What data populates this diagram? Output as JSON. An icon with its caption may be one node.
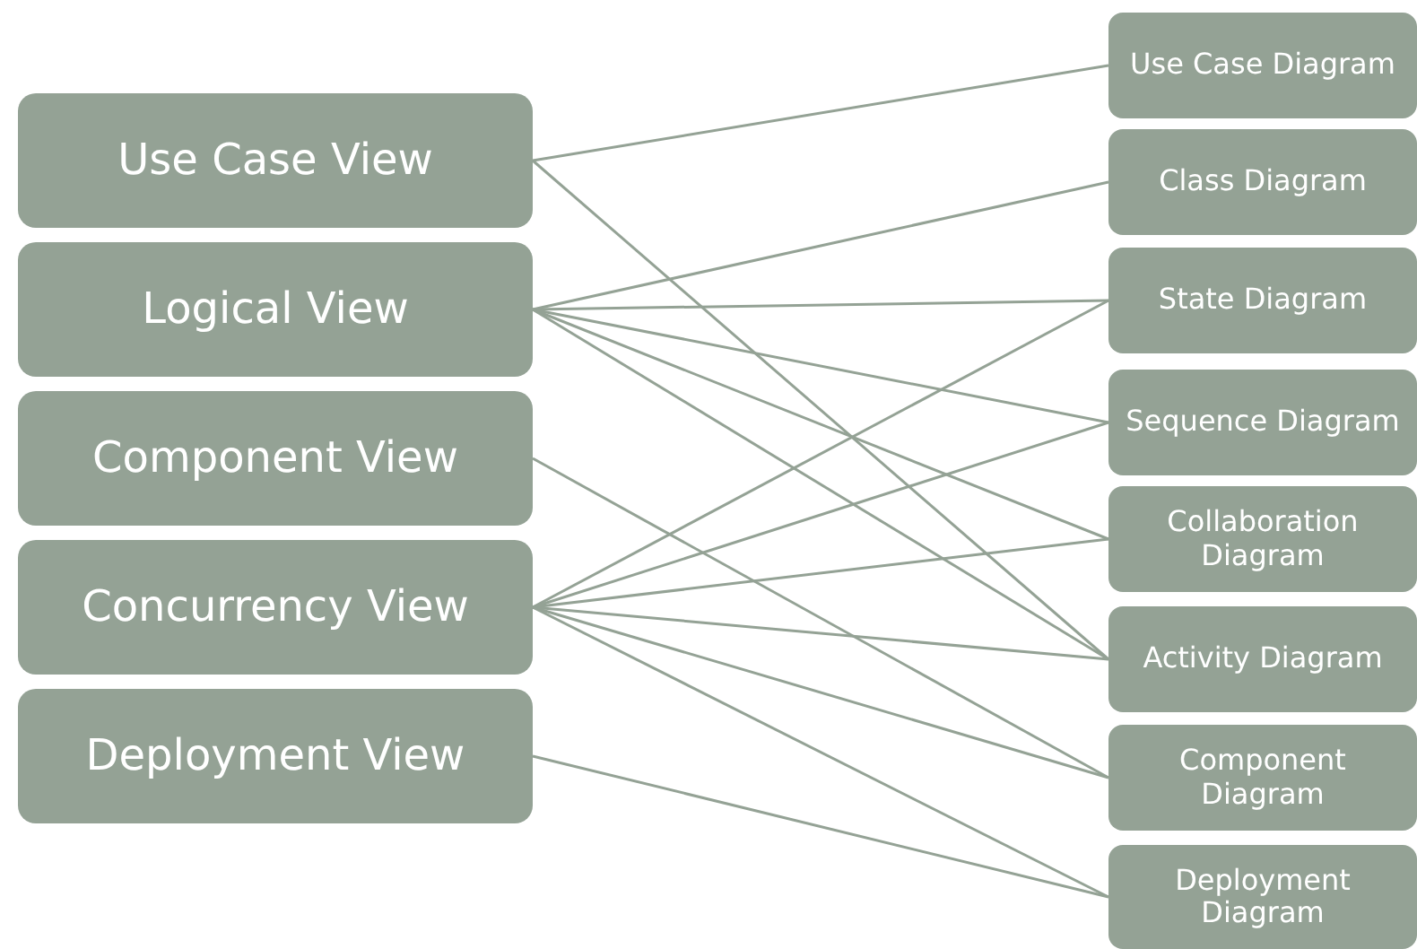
{
  "diagram": {
    "nodes": [
      {
        "text": [
          "Use Case View"
        ]
      },
      {
        "text": [
          "Logical View"
        ]
      },
      {
        "text": [
          "Component View"
        ]
      },
      {
        "text": [
          "Concurrency View"
        ]
      },
      {
        "text": [
          "Deployment View"
        ]
      },
      {
        "text": [
          "Use Case Diagram"
        ]
      },
      {
        "text": [
          "Class Diagram"
        ]
      },
      {
        "text": [
          "State Diagram"
        ]
      },
      {
        "text": [
          "Sequence Diagram"
        ]
      },
      {
        "text": [
          "Collaboration Diagram"
        ]
      },
      {
        "text": [
          "Activity Diagram"
        ]
      },
      {
        "text": [
          "Component Diagram"
        ]
      },
      {
        "text": [
          "Deployment Diagram"
        ]
      }
    ],
    "edges": [
      {
        "from": 0,
        "to": 5,
        "arrow": "none"
      },
      {
        "from": 0,
        "to": 10,
        "arrow": "none"
      },
      {
        "from": 1,
        "to": 6,
        "arrow": "none"
      },
      {
        "from": 1,
        "to": 7,
        "arrow": "none"
      },
      {
        "from": 1,
        "to": 8,
        "arrow": "none"
      },
      {
        "from": 1,
        "to": 9,
        "arrow": "none"
      },
      {
        "from": 1,
        "to": 10,
        "arrow": "none"
      },
      {
        "from": 2,
        "to": 11,
        "arrow": "none"
      },
      {
        "from": 3,
        "to": 7,
        "arrow": "none"
      },
      {
        "from": 3,
        "to": 8,
        "arrow": "none"
      },
      {
        "from": 3,
        "to": 9,
        "arrow": "none"
      },
      {
        "from": 3,
        "to": 10,
        "arrow": "none"
      },
      {
        "from": 3,
        "to": 11,
        "arrow": "none"
      },
      {
        "from": 3,
        "to": 12,
        "arrow": "none"
      },
      {
        "from": 4,
        "to": 12,
        "arrow": "none"
      }
    ]
  }
}
